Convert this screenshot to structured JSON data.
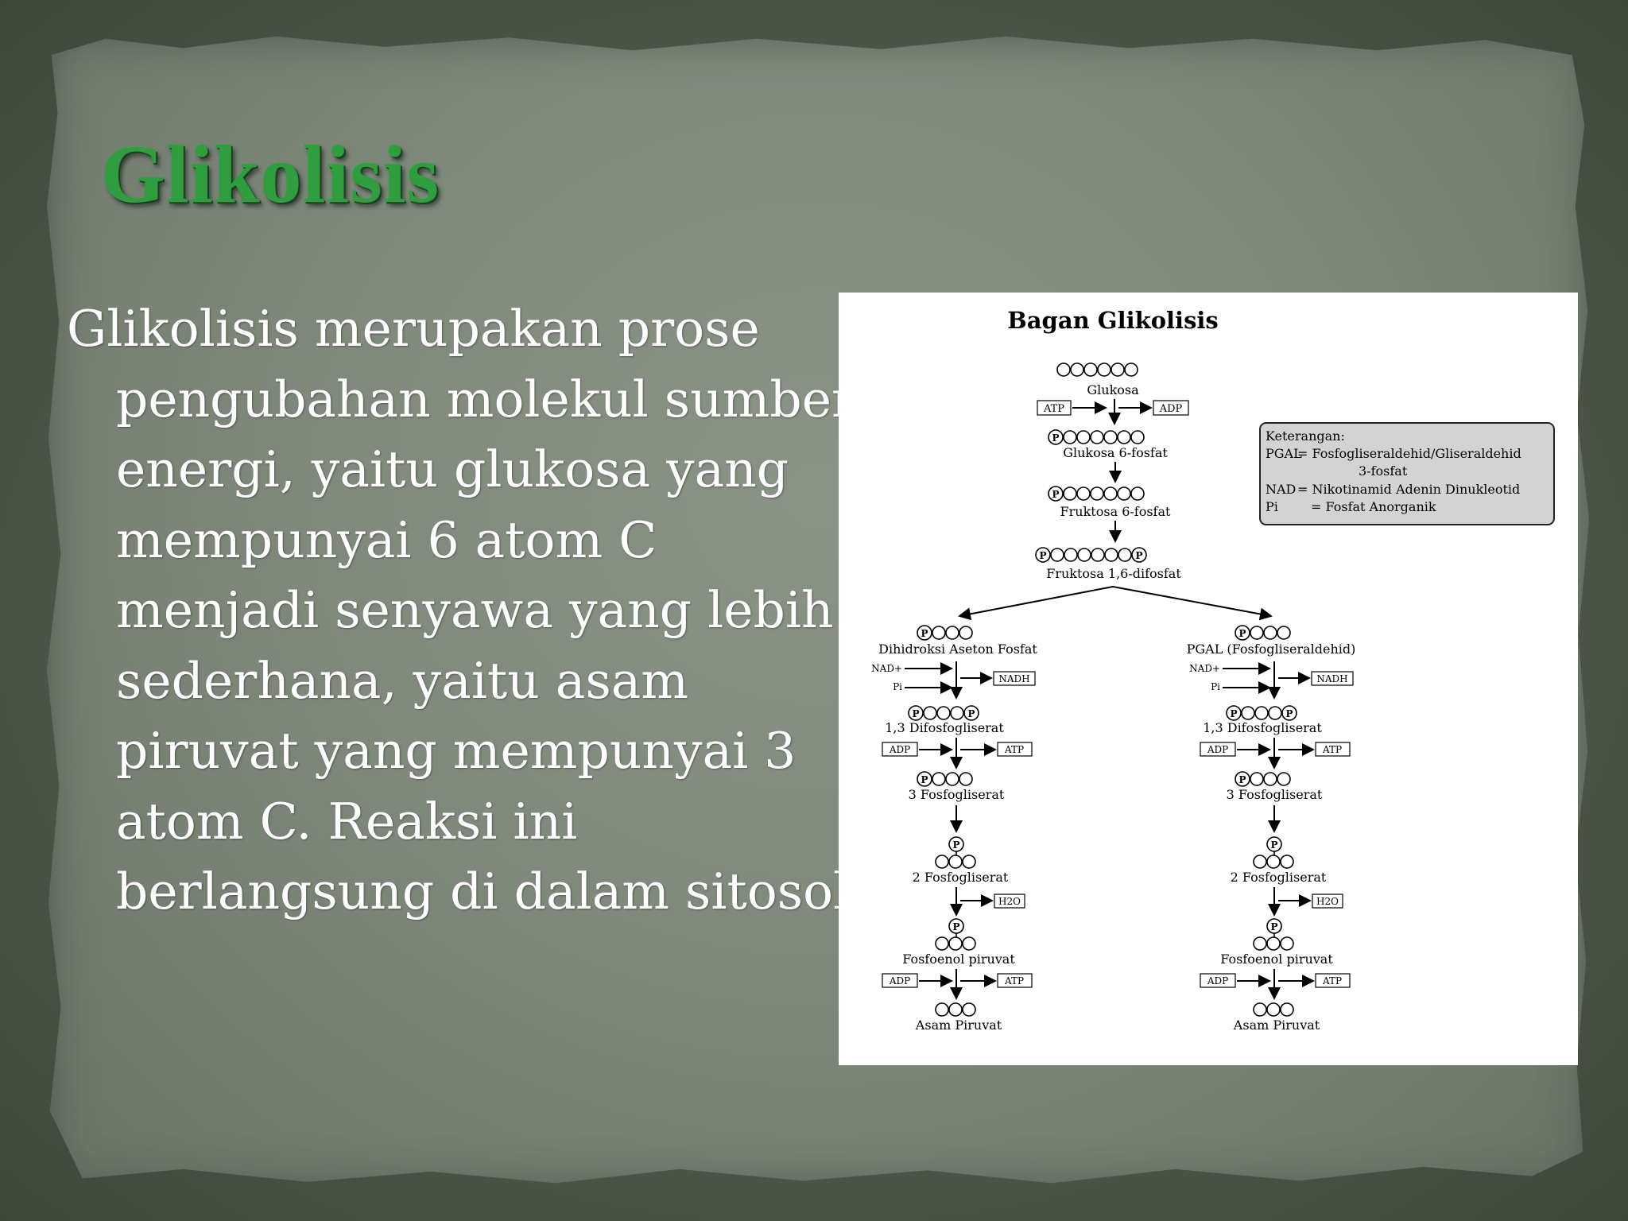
{
  "slide": {
    "title": "Glikolisis",
    "body": "Glikolisis merupakan prose pengubahan molekul sumber energi, yaitu glukosa yang mempunyai 6 atom C menjadi senyawa yang lebih sederhana, yaitu asam piruvat yang mempunyai 3 atom C. Reaksi ini berlangsung di dalam sitosol."
  },
  "diagram": {
    "title": "Bagan Glikolisis",
    "phosphate_symbol": "P",
    "main": {
      "glucose": "Glukosa",
      "glucose6p": "Glukosa 6-fosfat",
      "fructose6p": "Fruktosa 6-fosfat",
      "fructose16": "Fruktosa 1,6-difosfat",
      "atp": "ATP",
      "adp": "ADP"
    },
    "legend": {
      "heading": "Keterangan:",
      "pgal_key": "PGAL",
      "pgal_val": "= Fosfogliseraldehid/Gliseraldehid",
      "pgal_val2": "3-fosfat",
      "nad_key": "NAD",
      "nad_val": "= Nikotinamid Adenin Dinukleotid",
      "pi_key": "Pi",
      "pi_val": "= Fosfat Anorganik"
    },
    "left": {
      "start": "Dihidroksi Aseton Fosfat",
      "nad_in": "NAD+",
      "pi_in": "Pi",
      "nadh_out": "NADH",
      "difosfo": "1,3 Difosfogliserat",
      "adp_in": "ADP",
      "atp_out": "ATP",
      "fosfo3": "3 Fosfogliserat",
      "fosfo2": "2 Fosfogliserat",
      "h2o_out": "H2O",
      "pep": "Fosfoenol piruvat",
      "adp_in2": "ADP",
      "atp_out2": "ATP",
      "pyruvate": "Asam Piruvat"
    },
    "right": {
      "start": "PGAL (Fosfogliseraldehid)",
      "nad_in": "NAD+",
      "pi_in": "Pi",
      "nadh_out": "NADH",
      "difosfo": "1,3 Difosfogliserat",
      "adp_in": "ADP",
      "atp_out": "ATP",
      "fosfo3": "3 Fosfogliserat",
      "fosfo2": "2 Fosfogliserat",
      "h2o_out": "H2O",
      "pep": "Fosfoenol piruvat",
      "adp_in2": "ADP",
      "atp_out2": "ATP",
      "pyruvate": "Asam Piruvat"
    }
  }
}
